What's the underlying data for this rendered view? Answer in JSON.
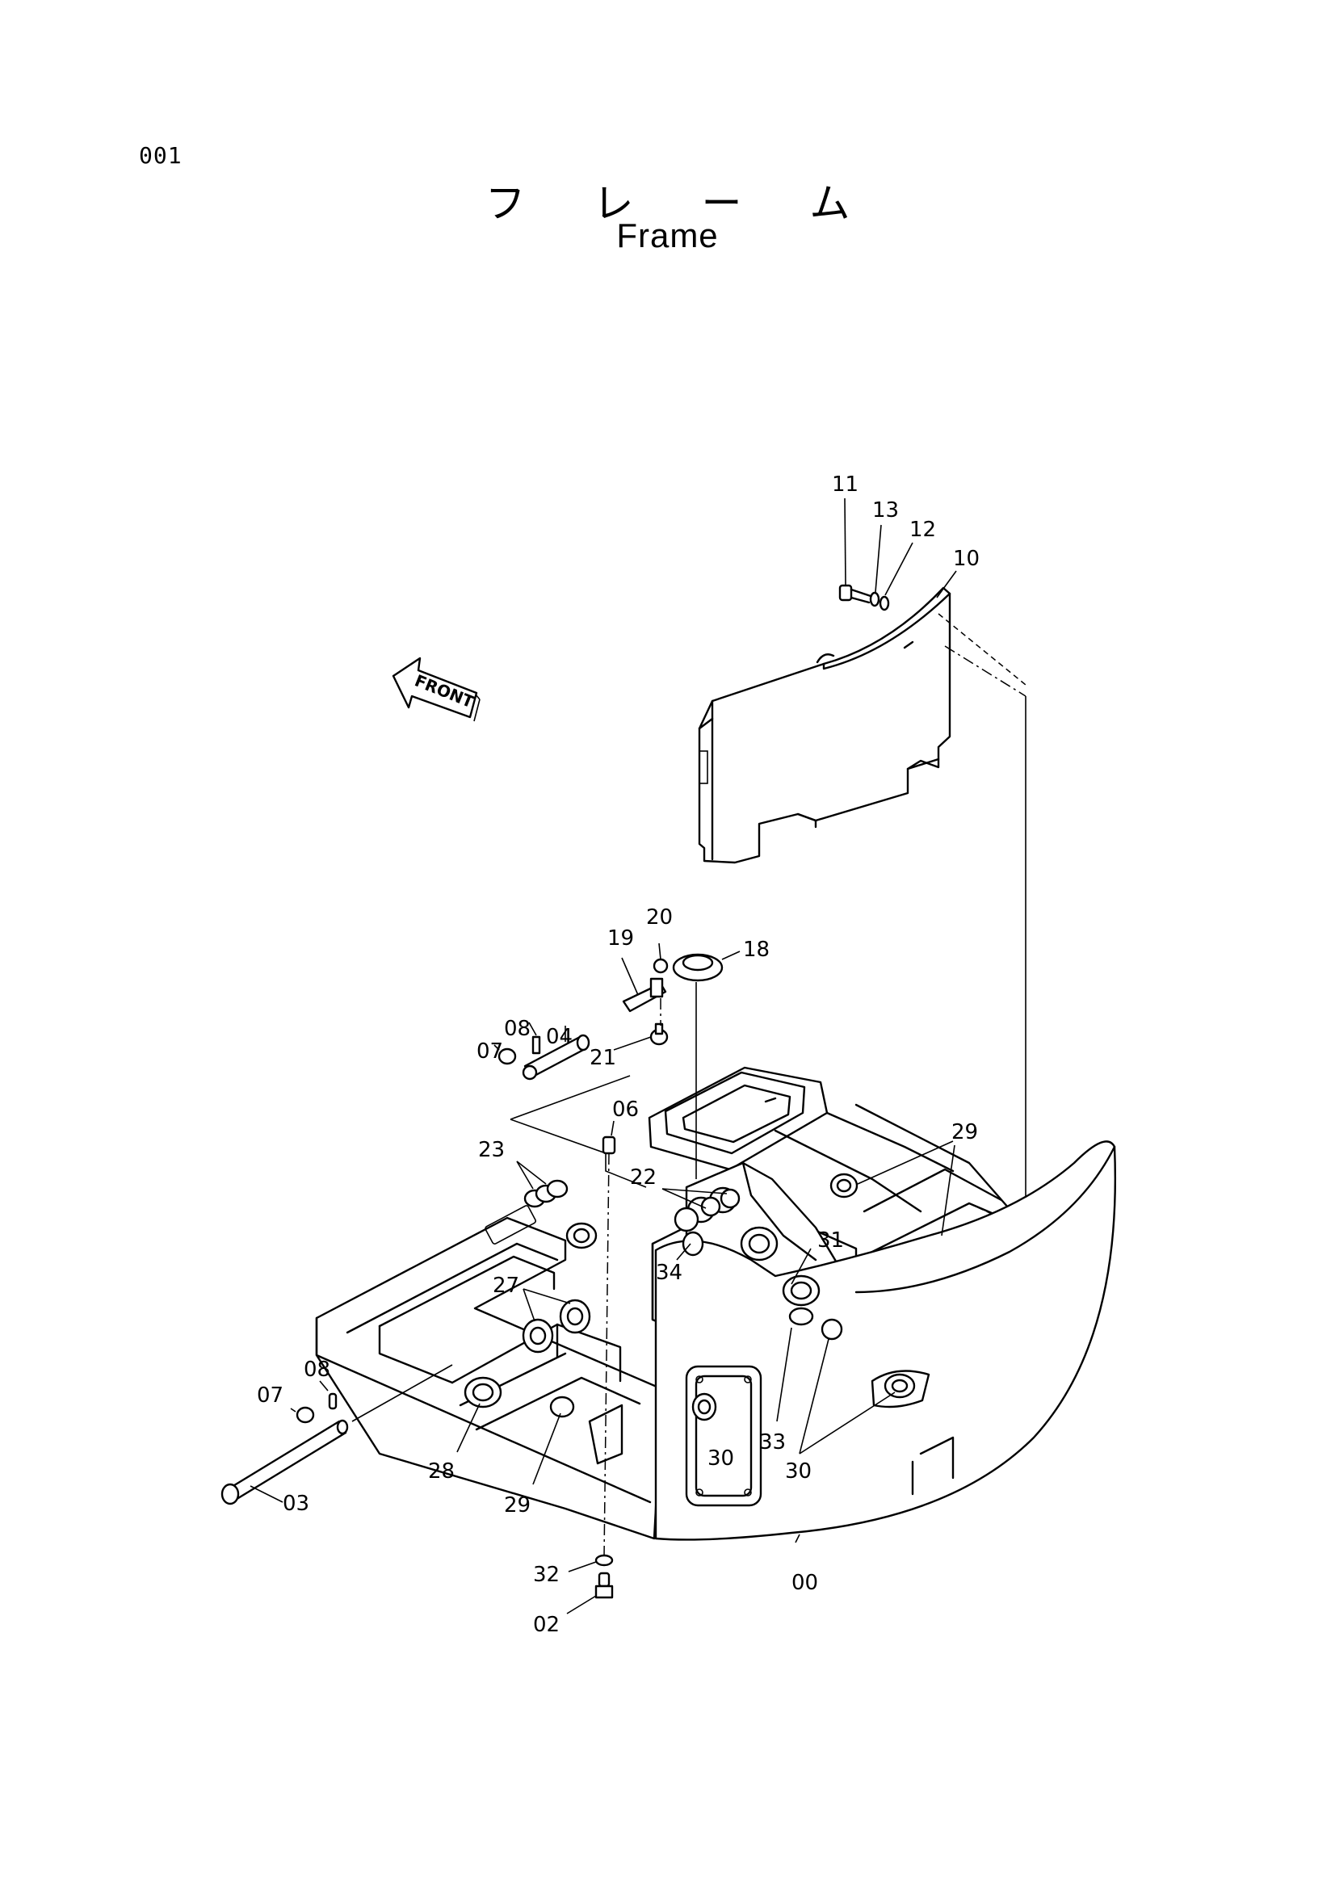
{
  "page_number": "001",
  "title_jp": "フ レ ー ム",
  "title_en": "Frame",
  "direction_arrow": {
    "label": "FRONT",
    "icon": "front-arrow-icon"
  },
  "callouts": [
    "11",
    "13",
    "12",
    "10",
    "20",
    "19",
    "18",
    "08",
    "04",
    "07",
    "21",
    "06",
    "23",
    "22",
    "29",
    "31",
    "34",
    "27",
    "08",
    "07",
    "30",
    "33",
    "30",
    "28",
    "29",
    "03",
    "32",
    "02",
    "00"
  ]
}
